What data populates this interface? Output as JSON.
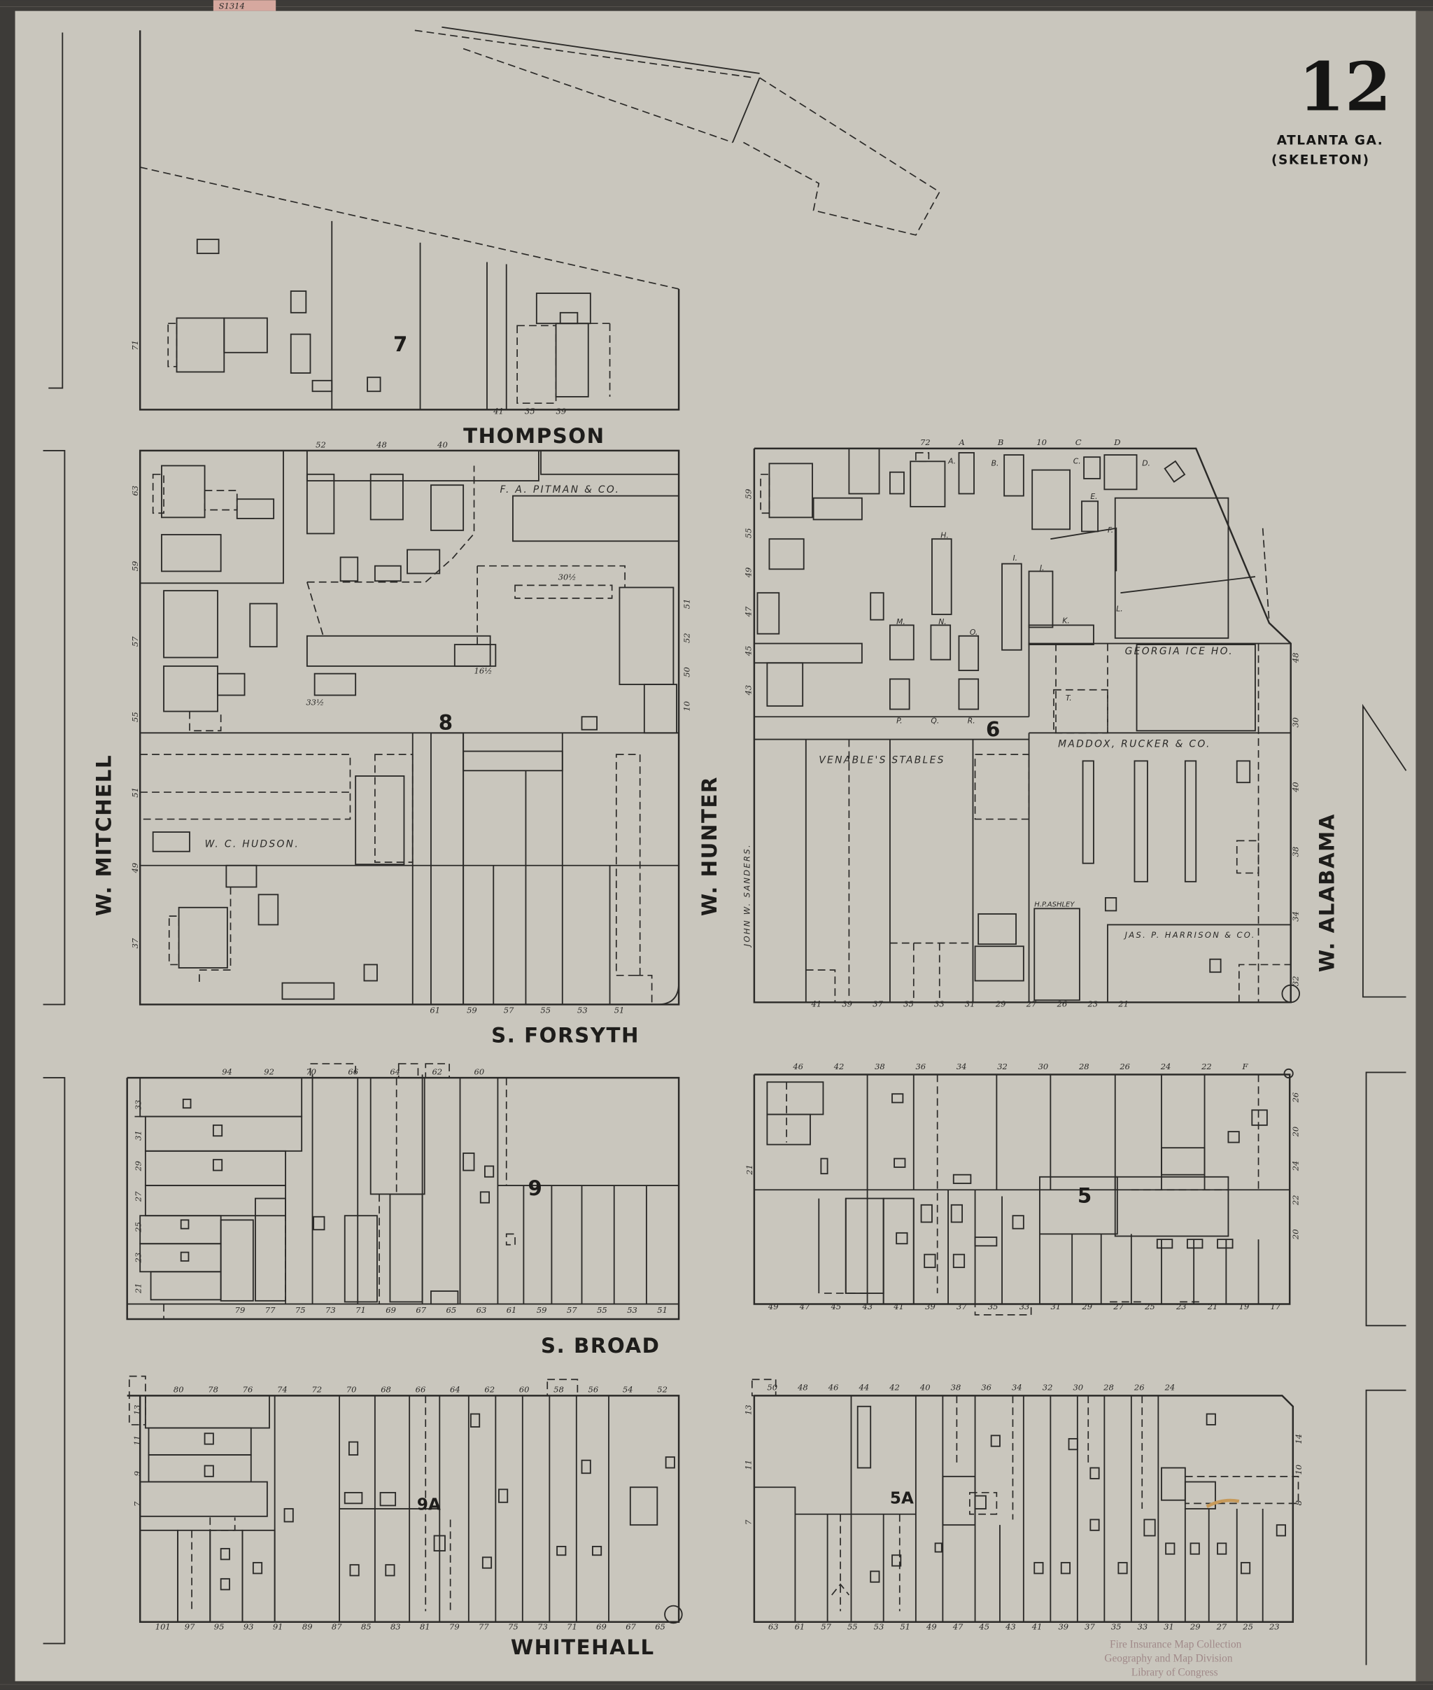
{
  "sheet": {
    "number": "12",
    "city": "ATLANTA GA.",
    "subtitle": "(SKELETON)",
    "tag": "S1314"
  },
  "colors": {
    "paper": "#c9c6bd",
    "ink": "#2b2a28",
    "frame": "#3d3b38",
    "watermark": "#9a7f80"
  },
  "streets": {
    "thompson": "THOMPSON",
    "forsyth": "S. FORSYTH",
    "broad": "S. BROAD",
    "whitehall": "WHITEHALL",
    "mitchell": "W. MITCHELL",
    "hunter": "W. HUNTER",
    "alabama": "W. ALABAMA"
  },
  "blocks": {
    "b7": "7",
    "b8": "8",
    "b6": "6",
    "b9": "9",
    "b5": "5",
    "b9a": "9A",
    "b5a": "5A"
  },
  "businesses": {
    "pitman": "F. A. PITMAN & CO.",
    "hudson": "W. C. HUDSON.",
    "georgia_ice": "GEORGIA ICE HO.",
    "maddox": "MADDOX, RUCKER & CO.",
    "venable": "VENABLE'S STABLES",
    "ashley": "H.P.ASHLEY",
    "harrison": "JAS. P. HARRISON & CO.",
    "sanders": "JOHN W. SANDERS."
  },
  "lot_notes": {
    "n30": "30½",
    "n16": "16½",
    "n33": "33½"
  },
  "letters": [
    "A",
    "B",
    "C",
    "D",
    "E",
    "F",
    "H",
    "I",
    "J",
    "K",
    "L",
    "M",
    "N",
    "O",
    "P",
    "Q",
    "R",
    "T"
  ],
  "house_numbers": {
    "thompson": [
      "41",
      "35",
      "39"
    ],
    "b7_left": [
      "71"
    ],
    "b8_top": [
      "52",
      "48",
      "40"
    ],
    "b8_left": [
      "63",
      "59",
      "57",
      "55",
      "51",
      "49",
      "37"
    ],
    "b8_right": [
      "51",
      "52",
      "50",
      "10"
    ],
    "b8_bottom": [
      "61",
      "59",
      "57",
      "55",
      "53",
      "51"
    ],
    "b6_top": [
      "72",
      "A",
      "B",
      "10",
      "C",
      "D"
    ],
    "b6_left": [
      "59",
      "55",
      "49",
      "47",
      "45",
      "43"
    ],
    "b6_right": [
      "48",
      "30",
      "40",
      "38",
      "34",
      "32"
    ],
    "b6_bottom": [
      "41",
      "39",
      "37",
      "35",
      "33",
      "31",
      "29",
      "27",
      "26",
      "23",
      "21"
    ],
    "b9_top": [
      "94",
      "92",
      "70",
      "66",
      "64",
      "62",
      "60"
    ],
    "b9_left": [
      "33",
      "31",
      "29",
      "27",
      "25",
      "23",
      "21"
    ],
    "b9_bottom": [
      "79",
      "77",
      "75",
      "73",
      "71",
      "69",
      "67",
      "65",
      "63",
      "61",
      "59",
      "57",
      "55",
      "53",
      "51"
    ],
    "b5_top": [
      "46",
      "42",
      "38",
      "36",
      "34",
      "32",
      "30",
      "28",
      "26",
      "24",
      "22",
      "F"
    ],
    "b5_left": [
      "21"
    ],
    "b5_right": [
      "26",
      "20",
      "24",
      "22",
      "20"
    ],
    "b5_bottom": [
      "49",
      "47",
      "45",
      "43",
      "41",
      "39",
      "37",
      "35",
      "33",
      "31",
      "29",
      "27",
      "25",
      "23",
      "21",
      "19",
      "17"
    ],
    "b9a_top": [
      "80",
      "78",
      "76",
      "74",
      "72",
      "70",
      "68",
      "66",
      "64",
      "62",
      "60",
      "58",
      "56",
      "54",
      "52"
    ],
    "b9a_left": [
      "13",
      "11",
      "9",
      "7"
    ],
    "b9a_bottom": [
      "101",
      "97",
      "95",
      "93",
      "91",
      "89",
      "87",
      "85",
      "83",
      "81",
      "79",
      "77",
      "75",
      "73",
      "71",
      "69",
      "67",
      "65"
    ],
    "b5a_top": [
      "50",
      "48",
      "46",
      "44",
      "42",
      "40",
      "38",
      "36",
      "34",
      "32",
      "30",
      "28",
      "26",
      "24"
    ],
    "b5a_left": [
      "13",
      "11",
      "7"
    ],
    "b5a_right": [
      "14",
      "10",
      "8"
    ],
    "b5a_bottom": [
      "63",
      "61",
      "57",
      "55",
      "53",
      "51",
      "49",
      "47",
      "45",
      "43",
      "41",
      "39",
      "37",
      "35",
      "33",
      "31",
      "29",
      "27",
      "25",
      "23"
    ]
  },
  "watermark": [
    "Fire Insurance Map Collection",
    "Geography and Map Division",
    "Library of Congress"
  ]
}
